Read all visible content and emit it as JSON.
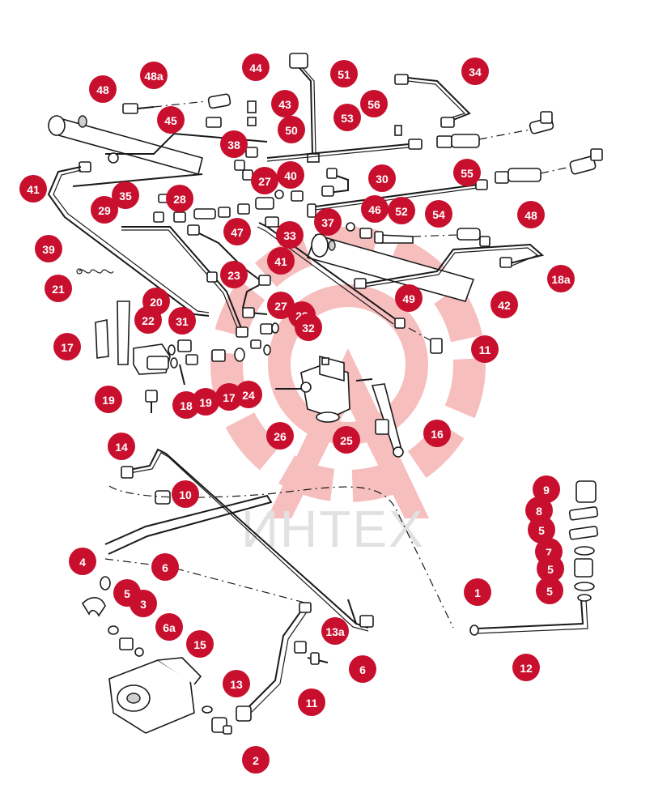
{
  "watermark": {
    "text": "ИНТЕХ",
    "color": "#f28a8a"
  },
  "callout_color": "#c8102e",
  "callouts": [
    "48",
    "48a",
    "45",
    "44",
    "43",
    "50",
    "38",
    "51",
    "53",
    "56",
    "34",
    "41",
    "35",
    "28",
    "27",
    "40",
    "30",
    "29",
    "39",
    "47",
    "46",
    "52",
    "54",
    "55",
    "48",
    "37",
    "33",
    "41",
    "23",
    "21",
    "20",
    "22",
    "17",
    "31",
    "27",
    "28",
    "32",
    "49",
    "42",
    "18a",
    "11",
    "19",
    "18",
    "17",
    "19",
    "24",
    "26",
    "25",
    "16",
    "14",
    "10",
    "9",
    "8",
    "5",
    "7",
    "5",
    "6",
    "5",
    "4",
    "5",
    "3",
    "6a",
    "1",
    "15",
    "13a",
    "6",
    "12",
    "13",
    "11",
    "2"
  ]
}
